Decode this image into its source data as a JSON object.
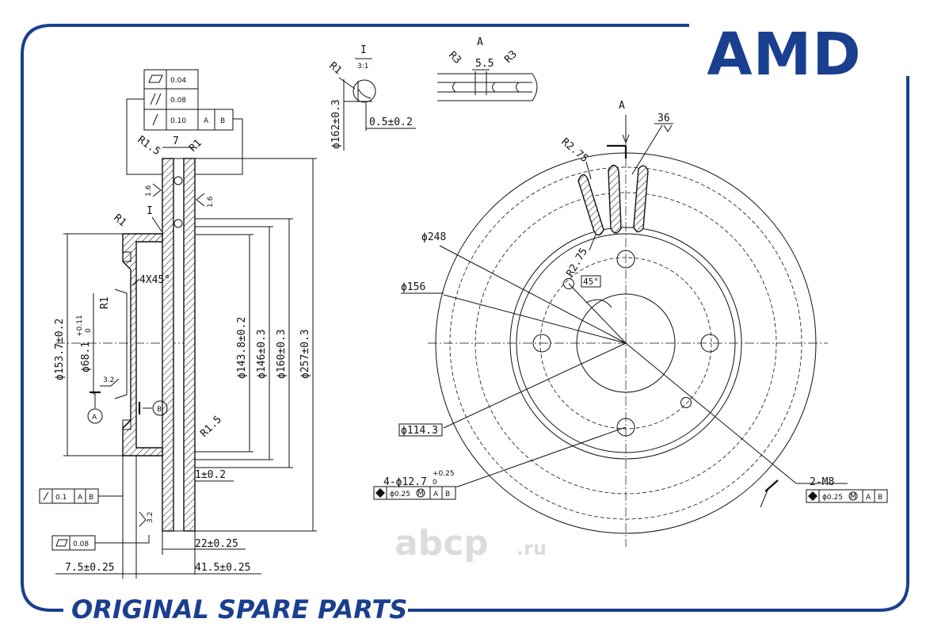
{
  "brand": {
    "logo_text": "AMD",
    "footer_text": "ORIGINAL SPARE PARTS",
    "watermark_text": "abcp",
    "watermark_suffix": ".ru",
    "colors": {
      "brand_blue": "#1b3f8f",
      "line": "#111111",
      "watermark": "#dcdcdc"
    }
  },
  "tolerance_frame": {
    "rows": [
      {
        "symbol": "flatness-icon",
        "value": "0.04",
        "refs": []
      },
      {
        "symbol": "parallelism-icon",
        "value": "0.08",
        "refs": []
      },
      {
        "symbol": "runout-icon",
        "value": "0.10",
        "refs": [
          "A",
          "B"
        ]
      }
    ]
  },
  "section_view": {
    "labels": {
      "r15_top": "R1.5",
      "width_7": "7",
      "r1_top": "R1",
      "rough_16_left": "1.6",
      "rough_16_right": "1.6",
      "r1_hub": "R1",
      "r1_bore": "R1",
      "chamfer": "4X45°",
      "d1537": "ϕ153.7±0.2",
      "d681_base": "ϕ68.1",
      "d681_plus": "+0.11",
      "d681_minus": "0",
      "d1438": "ϕ143.8±0.2",
      "d146": "ϕ146±0.3",
      "d160": "ϕ160±0.3",
      "d257": "ϕ257±0.3",
      "r15_inner": "R1.5",
      "rough_32_left": "3.2",
      "rough_32_bottom": "3.2",
      "datum_a": "A",
      "datum_b": "B",
      "tol_1": "1±0.2",
      "thick_22": "22±0.25",
      "offset_75": "7.5±0.25",
      "height_415": "41.5±0.25",
      "section_mark": "I"
    },
    "runout_frame": {
      "value": "0.1",
      "refs": [
        "A",
        "B"
      ]
    },
    "flatness_frame": {
      "value": "0.08"
    }
  },
  "detail_i": {
    "title": "I",
    "scale": "3:1",
    "r1": "R1",
    "d162": "ϕ162±0.3",
    "depth": "0.5±0.2"
  },
  "detail_a": {
    "title": "A",
    "r3_left": "R3",
    "width": "5.5",
    "r3_right": "R3"
  },
  "face_view": {
    "labels": {
      "view_a": "A",
      "slot_36": "36",
      "r275_top": "R2.75",
      "r275_mid": "R2.75",
      "d248": "ϕ248",
      "d156": "ϕ156",
      "angle_45": "45°",
      "d1143": "ϕ114.3",
      "holes": "4-ϕ12.7",
      "holes_plus": "+0.25",
      "holes_minus": "0",
      "m8": "2-M8"
    },
    "holes_frame": {
      "value": "ϕ0.25",
      "modifier": "M",
      "refs": [
        "A",
        "B"
      ]
    },
    "m8_frame": {
      "value": "ϕ0.25",
      "modifier": "M",
      "refs": [
        "A",
        "B"
      ]
    }
  }
}
